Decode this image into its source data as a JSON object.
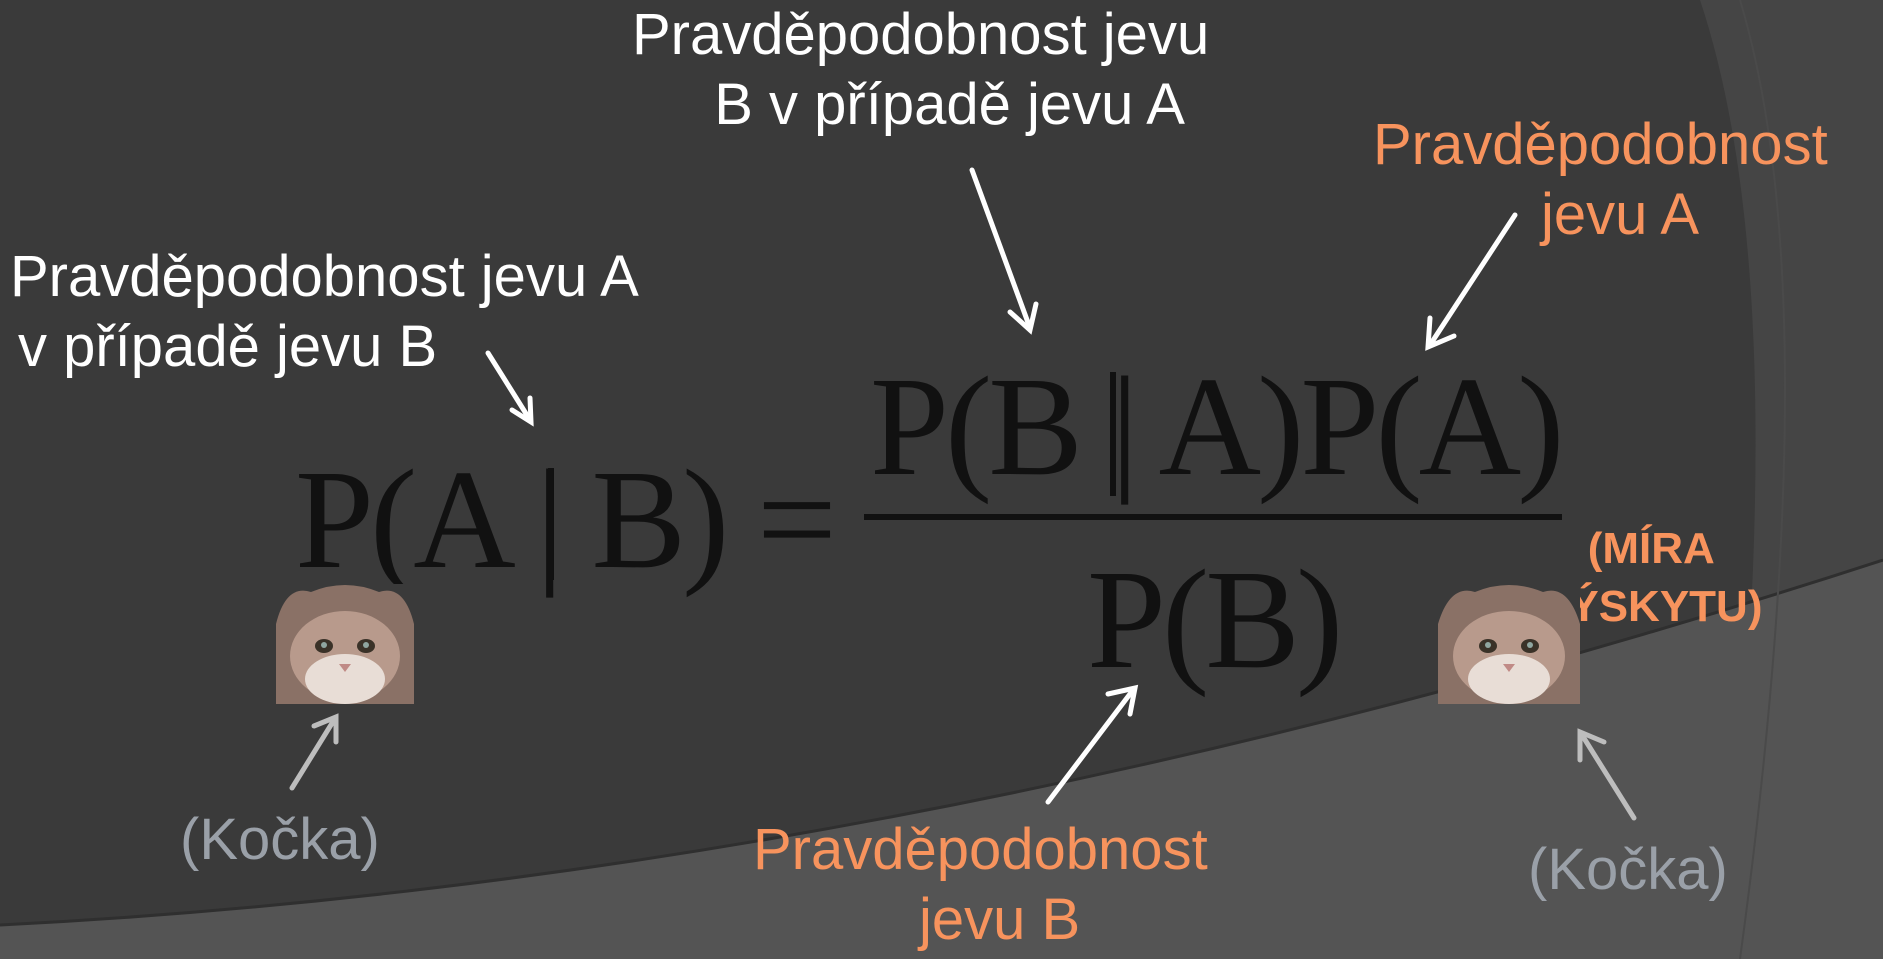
{
  "slide": {
    "top_label": [
      "Pravděpodobnost jevu",
      "B v případě jevu A"
    ],
    "left_label": [
      "Pravděpodobnost jevu A",
      "v případě jevu B"
    ],
    "right_label": [
      "Pravděpodobnost",
      "jevu A"
    ],
    "bottom_label": [
      "Pravděpodobnost",
      "jevu B"
    ],
    "note": [
      "(MÍRA",
      "VÝSKYTU)"
    ],
    "cat_left": "(Kočka)",
    "cat_right": "(Kočka)",
    "formula": {
      "lhs": "P(A | B) =",
      "numerator": "P(B | A)P(A)",
      "denominator": "P(B)"
    },
    "colors": {
      "background": "#3b3b3b",
      "white_text": "#ffffff",
      "accent": "#f7935d",
      "muted": "#9aa0a8",
      "formula": "#111111"
    }
  }
}
